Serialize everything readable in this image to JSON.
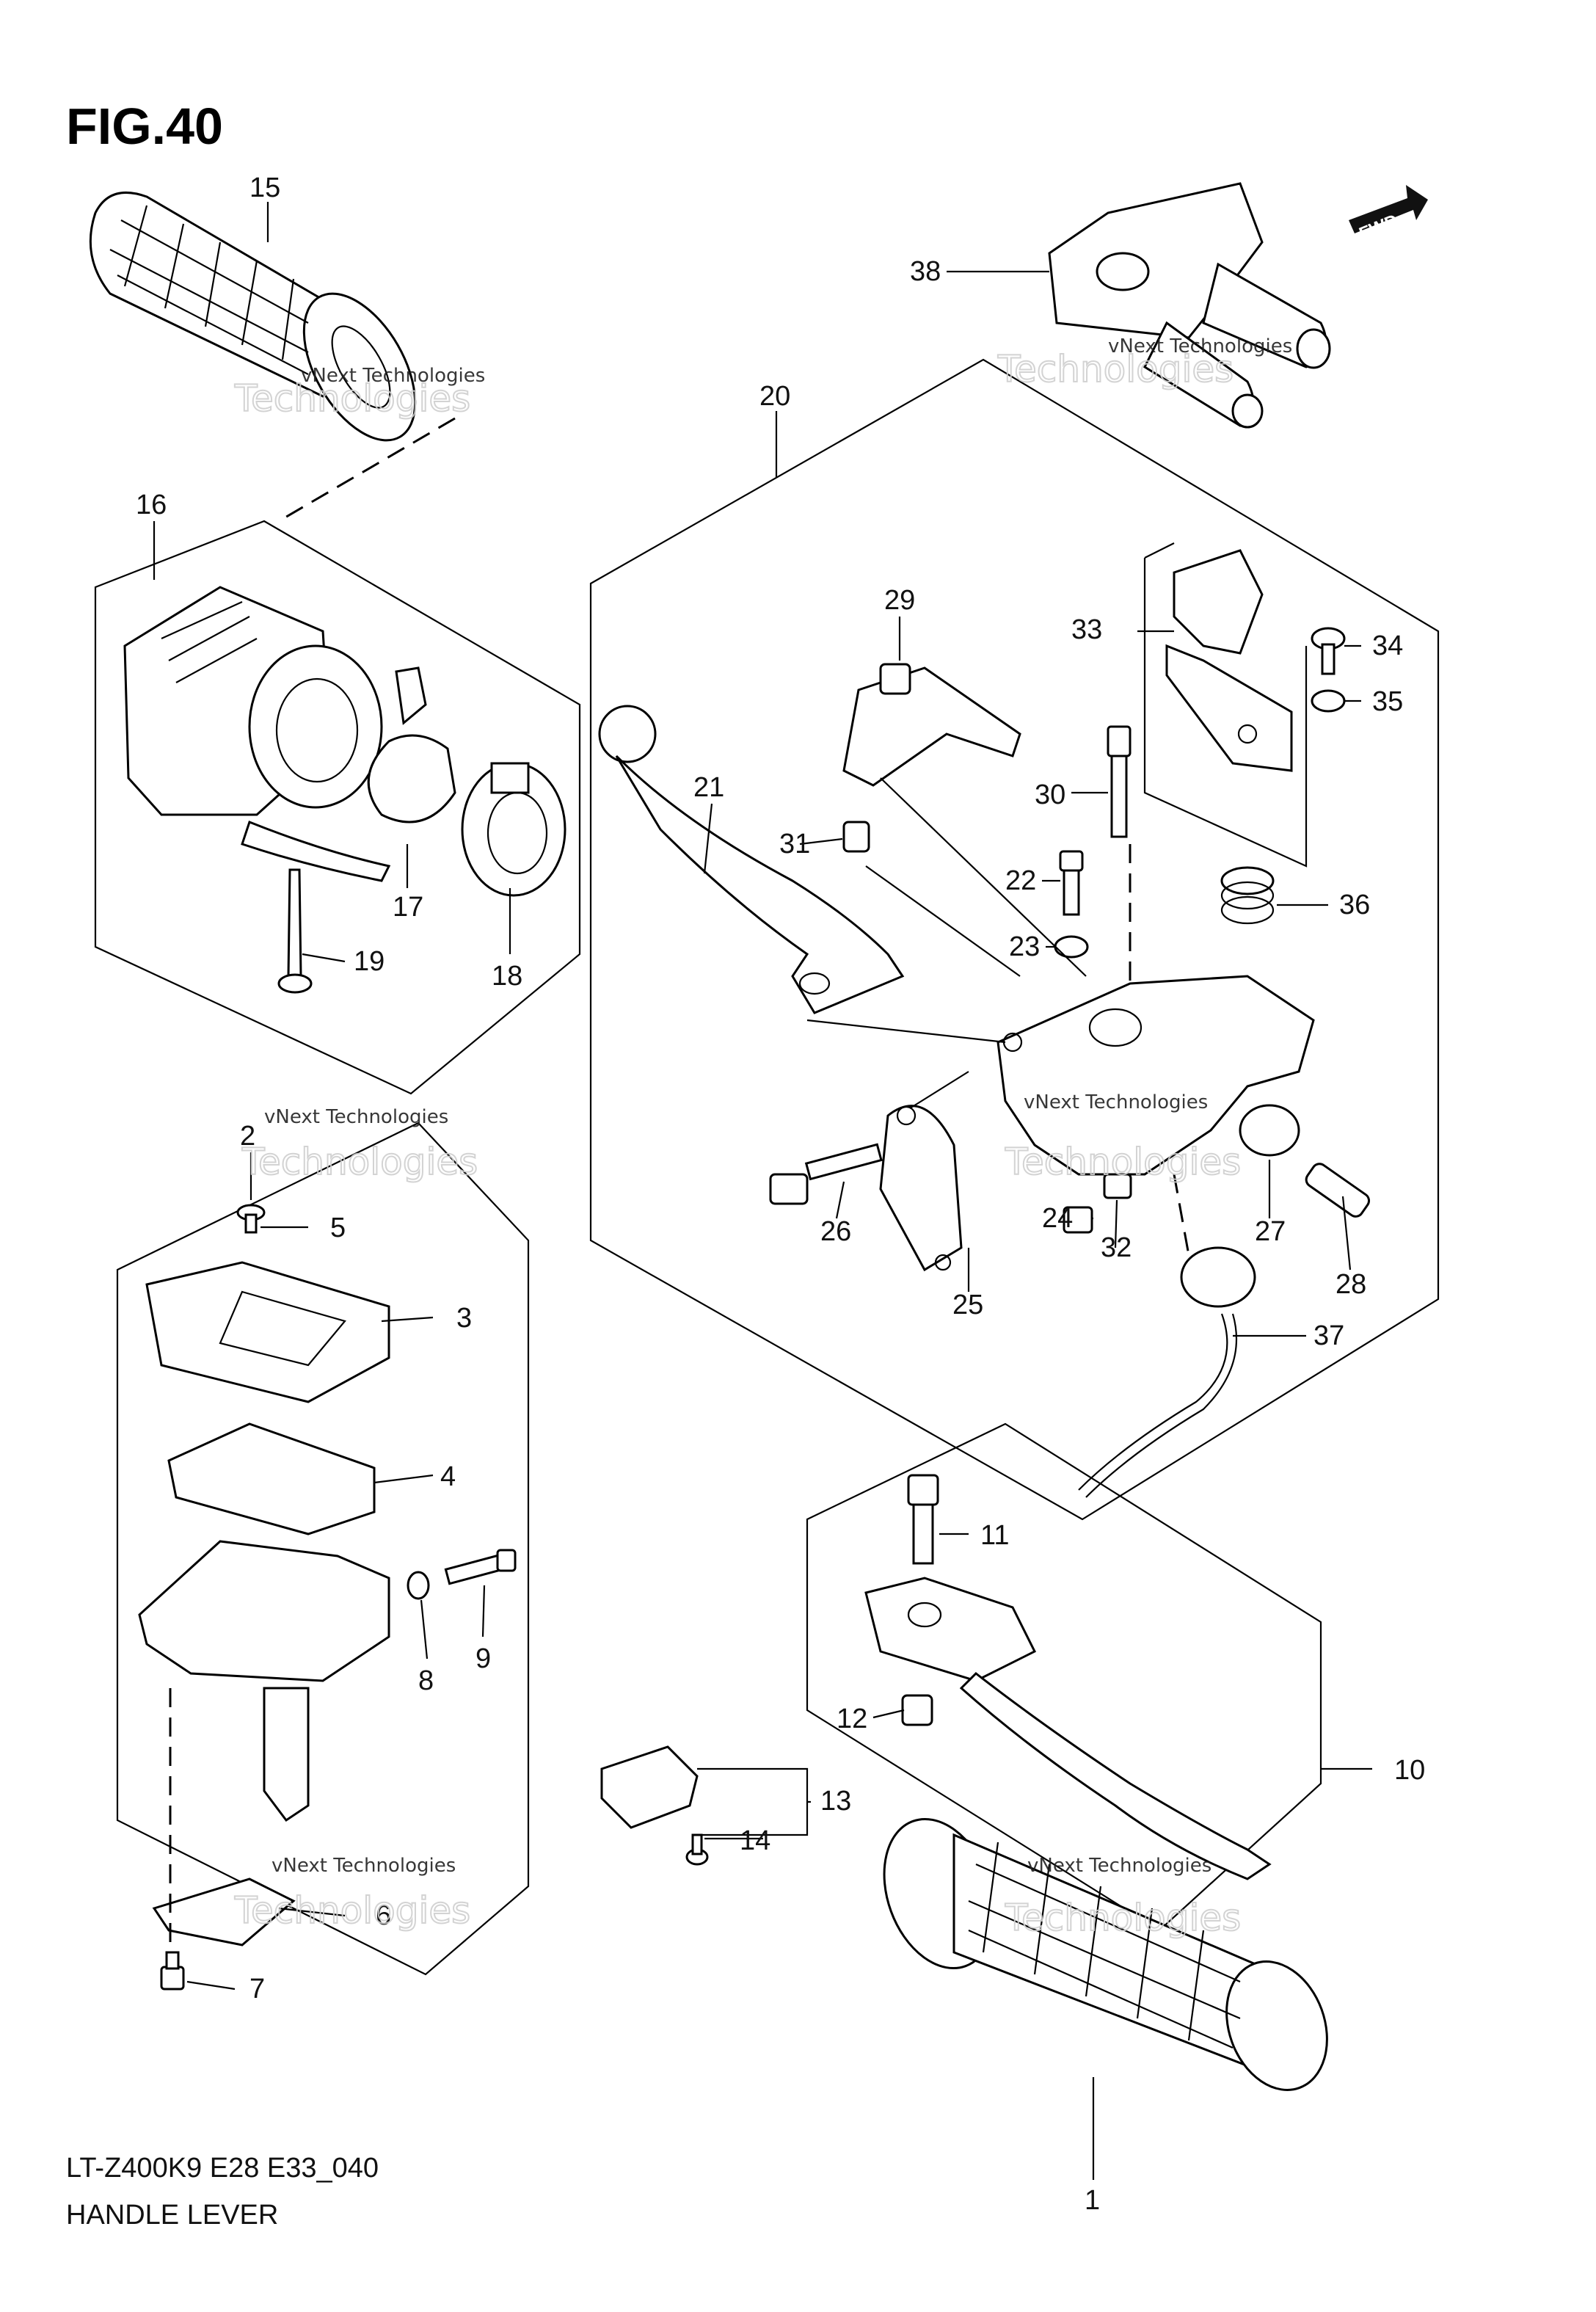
{
  "figure": {
    "title": "FIG.40"
  },
  "footer": {
    "model_code": "LT-Z400K9 E28 E33_040",
    "caption": "HANDLE LEVER"
  },
  "fwd_badge": "FWD",
  "watermark": {
    "brand": "vNext Technologies",
    "outline": "Technologies"
  },
  "callouts": [
    "1",
    "2",
    "3",
    "4",
    "5",
    "6",
    "7",
    "8",
    "9",
    "10",
    "11",
    "12",
    "13",
    "14",
    "15",
    "16",
    "17",
    "18",
    "19",
    "20",
    "21",
    "22",
    "23",
    "24",
    "25",
    "26",
    "27",
    "28",
    "29",
    "30",
    "31",
    "32",
    "33",
    "34",
    "35",
    "36",
    "37",
    "38"
  ]
}
